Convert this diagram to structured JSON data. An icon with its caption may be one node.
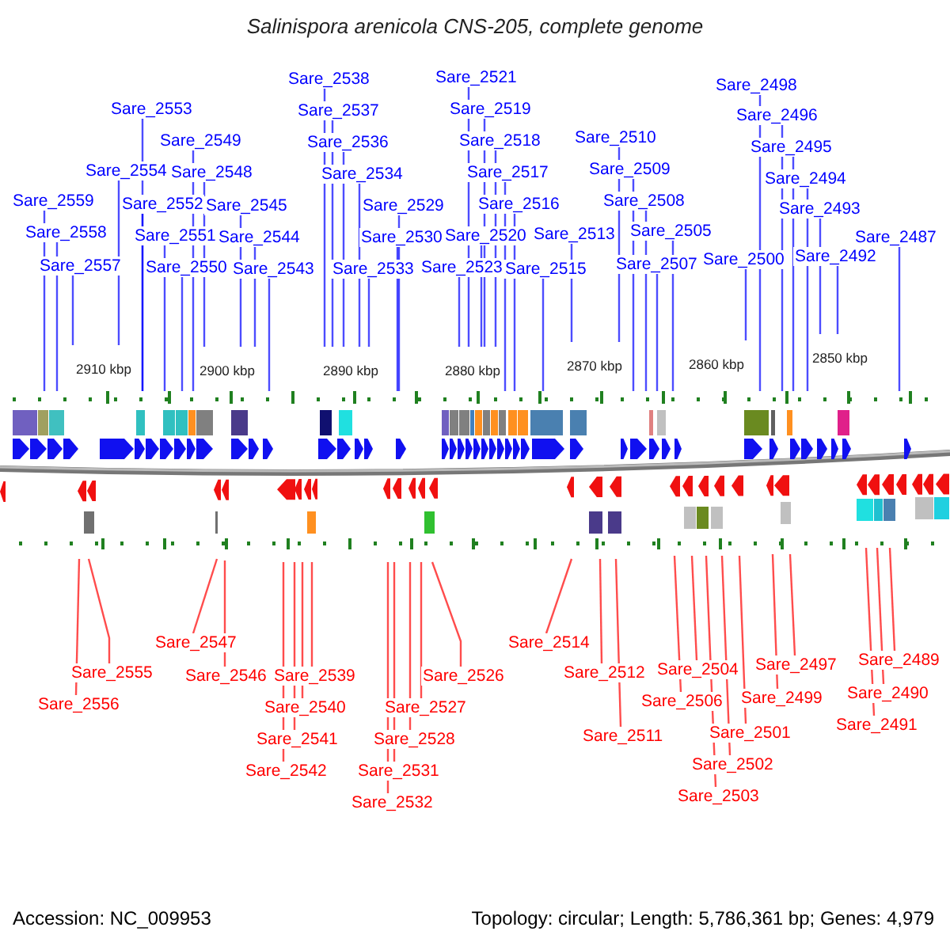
{
  "diagram": {
    "title": "Salinispora arenicola CNS-205, complete genome",
    "nodes": [
      {
        "text": [
          "Sare_2538"
        ]
      },
      {
        "text": [
          "Sare_2521"
        ]
      },
      {
        "text": [
          "Sare_2498"
        ]
      },
      {
        "text": [
          "Sare_2553"
        ]
      },
      {
        "text": [
          "Sare_2537"
        ]
      },
      {
        "text": [
          "Sare_2519"
        ]
      },
      {
        "text": [
          "Sare_2496"
        ]
      },
      {
        "text": [
          "Sare_2510"
        ]
      },
      {
        "text": [
          "Sare_2549"
        ]
      },
      {
        "text": [
          "Sare_2536"
        ]
      },
      {
        "text": [
          "Sare_2518"
        ]
      },
      {
        "text": [
          "Sare_2495"
        ]
      },
      {
        "text": [
          "Sare_2554"
        ]
      },
      {
        "text": [
          "Sare_2548"
        ]
      },
      {
        "text": [
          "Sare_2534"
        ]
      },
      {
        "text": [
          "Sare_2517"
        ]
      },
      {
        "text": [
          "Sare_2509"
        ]
      },
      {
        "text": [
          "Sare_2494"
        ]
      },
      {
        "text": [
          "Sare_2559"
        ]
      },
      {
        "text": [
          "Sare_2552"
        ]
      },
      {
        "text": [
          "Sare_2545"
        ]
      },
      {
        "text": [
          "Sare_2529"
        ]
      },
      {
        "text": [
          "Sare_2516"
        ]
      },
      {
        "text": [
          "Sare_2508"
        ]
      },
      {
        "text": [
          "Sare_2493"
        ]
      },
      {
        "text": [
          "Sare_2558"
        ]
      },
      {
        "text": [
          "Sare_2551"
        ]
      },
      {
        "text": [
          "Sare_2544"
        ]
      },
      {
        "text": [
          "Sare_2530"
        ]
      },
      {
        "text": [
          "Sare_2520"
        ]
      },
      {
        "text": [
          "Sare_2513"
        ]
      },
      {
        "text": [
          "Sare_2505"
        ]
      },
      {
        "text": [
          "Sare_2487"
        ]
      },
      {
        "text": [
          "Sare_2557"
        ]
      },
      {
        "text": [
          "Sare_2550"
        ]
      },
      {
        "text": [
          "Sare_2543"
        ]
      },
      {
        "text": [
          "Sare_2533"
        ]
      },
      {
        "text": [
          "Sare_2523"
        ]
      },
      {
        "text": [
          "Sare_2515"
        ]
      },
      {
        "text": [
          "Sare_2507"
        ]
      },
      {
        "text": [
          "Sare_2500"
        ]
      },
      {
        "text": [
          "Sare_2492"
        ]
      },
      {
        "text": [
          "Sare_2547"
        ]
      },
      {
        "text": [
          "Sare_2555"
        ]
      },
      {
        "text": [
          "Sare_2546"
        ]
      },
      {
        "text": [
          "Sare_2539"
        ]
      },
      {
        "text": [
          "Sare_2526"
        ]
      },
      {
        "text": [
          "Sare_2514"
        ]
      },
      {
        "text": [
          "Sare_2512"
        ]
      },
      {
        "text": [
          "Sare_2504"
        ]
      },
      {
        "text": [
          "Sare_2497"
        ]
      },
      {
        "text": [
          "Sare_2489"
        ]
      },
      {
        "text": [
          "Sare_2556"
        ]
      },
      {
        "text": [
          "Sare_2540"
        ]
      },
      {
        "text": [
          "Sare_2527"
        ]
      },
      {
        "text": [
          "Sare_2506"
        ]
      },
      {
        "text": [
          "Sare_2499"
        ]
      },
      {
        "text": [
          "Sare_2490"
        ]
      },
      {
        "text": [
          "Sare_2541"
        ]
      },
      {
        "text": [
          "Sare_2528"
        ]
      },
      {
        "text": [
          "Sare_2511"
        ]
      },
      {
        "text": [
          "Sare_2501"
        ]
      },
      {
        "text": [
          "Sare_2491"
        ]
      },
      {
        "text": [
          "Sare_2542"
        ]
      },
      {
        "text": [
          "Sare_2531"
        ]
      },
      {
        "text": [
          "Sare_2502"
        ]
      },
      {
        "text": [
          "Sare_2532"
        ]
      },
      {
        "text": [
          "Sare_2503"
        ]
      }
    ],
    "edges": [
      {
        "from": 0,
        "to": null,
        "arrow": "none"
      },
      {
        "from": 1,
        "to": null,
        "arrow": "none"
      },
      {
        "from": 2,
        "to": null,
        "arrow": "none"
      },
      {
        "from": 3,
        "to": null,
        "arrow": "none"
      },
      {
        "from": 4,
        "to": null,
        "arrow": "none"
      },
      {
        "from": 5,
        "to": null,
        "arrow": "none"
      },
      {
        "from": 6,
        "to": null,
        "arrow": "none"
      },
      {
        "from": 7,
        "to": null,
        "arrow": "none"
      },
      {
        "from": 8,
        "to": null,
        "arrow": "none"
      },
      {
        "from": 9,
        "to": null,
        "arrow": "none"
      },
      {
        "from": 10,
        "to": null,
        "arrow": "none"
      },
      {
        "from": 11,
        "to": null,
        "arrow": "none"
      },
      {
        "from": 12,
        "to": null,
        "arrow": "none"
      },
      {
        "from": 13,
        "to": null,
        "arrow": "none"
      },
      {
        "from": 14,
        "to": null,
        "arrow": "none"
      },
      {
        "from": 15,
        "to": null,
        "arrow": "none"
      },
      {
        "from": 16,
        "to": null,
        "arrow": "none"
      },
      {
        "from": 17,
        "to": null,
        "arrow": "none"
      },
      {
        "from": 18,
        "to": null,
        "arrow": "none"
      },
      {
        "from": 19,
        "to": null,
        "arrow": "none"
      },
      {
        "from": 20,
        "to": null,
        "arrow": "none"
      },
      {
        "from": 21,
        "to": null,
        "arrow": "none"
      },
      {
        "from": 22,
        "to": null,
        "arrow": "none"
      },
      {
        "from": 23,
        "to": null,
        "arrow": "none"
      },
      {
        "from": 24,
        "to": null,
        "arrow": "none"
      },
      {
        "from": 25,
        "to": null,
        "arrow": "none"
      },
      {
        "from": 26,
        "to": null,
        "arrow": "none"
      },
      {
        "from": 27,
        "to": null,
        "arrow": "none"
      },
      {
        "from": 28,
        "to": null,
        "arrow": "none"
      },
      {
        "from": 29,
        "to": null,
        "arrow": "none"
      },
      {
        "from": 30,
        "to": null,
        "arrow": "none"
      },
      {
        "from": 31,
        "to": null,
        "arrow": "none"
      },
      {
        "from": 32,
        "to": null,
        "arrow": "none"
      },
      {
        "from": 33,
        "to": null,
        "arrow": "none"
      },
      {
        "from": 34,
        "to": null,
        "arrow": "none"
      },
      {
        "from": 35,
        "to": null,
        "arrow": "none"
      },
      {
        "from": 36,
        "to": null,
        "arrow": "none"
      },
      {
        "from": 37,
        "to": null,
        "arrow": "none"
      },
      {
        "from": 38,
        "to": null,
        "arrow": "none"
      },
      {
        "from": 39,
        "to": null,
        "arrow": "none"
      },
      {
        "from": 40,
        "to": null,
        "arrow": "none"
      },
      {
        "from": 41,
        "to": null,
        "arrow": "none"
      },
      {
        "from": 42,
        "to": null,
        "arrow": "none",
        "color": "#ff0000"
      },
      {
        "from": 43,
        "to": null,
        "arrow": "none",
        "color": "#ff0000"
      },
      {
        "from": 44,
        "to": null,
        "arrow": "none",
        "color": "#ff0000"
      },
      {
        "from": 45,
        "to": null,
        "arrow": "none",
        "color": "#ff0000"
      },
      {
        "from": 46,
        "to": null,
        "arrow": "none",
        "color": "#ff0000"
      },
      {
        "from": 47,
        "to": null,
        "arrow": "none",
        "color": "#ff0000"
      },
      {
        "from": 48,
        "to": null,
        "arrow": "none",
        "color": "#ff0000"
      },
      {
        "from": 49,
        "to": null,
        "arrow": "none",
        "color": "#ff0000"
      },
      {
        "from": 50,
        "to": null,
        "arrow": "none",
        "color": "#ff0000"
      },
      {
        "from": 51,
        "to": null,
        "arrow": "none",
        "color": "#ff0000"
      },
      {
        "from": 52,
        "to": null,
        "arrow": "none",
        "color": "#ff0000"
      },
      {
        "from": 53,
        "to": null,
        "arrow": "none",
        "color": "#ff0000"
      },
      {
        "from": 54,
        "to": null,
        "arrow": "none",
        "color": "#ff0000"
      },
      {
        "from": 55,
        "to": null,
        "arrow": "none",
        "color": "#ff0000"
      },
      {
        "from": 56,
        "to": null,
        "arrow": "none",
        "color": "#ff0000"
      },
      {
        "from": 57,
        "to": null,
        "arrow": "none",
        "color": "#ff0000"
      },
      {
        "from": 58,
        "to": null,
        "arrow": "none",
        "color": "#ff0000"
      },
      {
        "from": 59,
        "to": null,
        "arrow": "none",
        "color": "#ff0000"
      },
      {
        "from": 60,
        "to": null,
        "arrow": "none",
        "color": "#ff0000"
      },
      {
        "from": 61,
        "to": null,
        "arrow": "none",
        "color": "#ff0000"
      },
      {
        "from": 62,
        "to": null,
        "arrow": "none",
        "color": "#ff0000"
      },
      {
        "from": 63,
        "to": null,
        "arrow": "none",
        "color": "#ff0000"
      },
      {
        "from": 64,
        "to": null,
        "arrow": "none",
        "color": "#ff0000"
      },
      {
        "from": 65,
        "to": null,
        "arrow": "none",
        "color": "#ff0000"
      },
      {
        "from": 66,
        "to": null,
        "arrow": "none",
        "color": "#ff0000"
      },
      {
        "from": 67,
        "to": null,
        "arrow": "none",
        "color": "#ff0000"
      }
    ],
    "labels": [
      "2910 kbp",
      "2900 kbp",
      "2890 kbp",
      "2880 kbp",
      "2870 kbp",
      "2860 kbp",
      "2850 kbp",
      "Accession: NC_009953",
      "Topology: circular; Length: 5,786,361 bp; Genes: 4,979"
    ]
  }
}
